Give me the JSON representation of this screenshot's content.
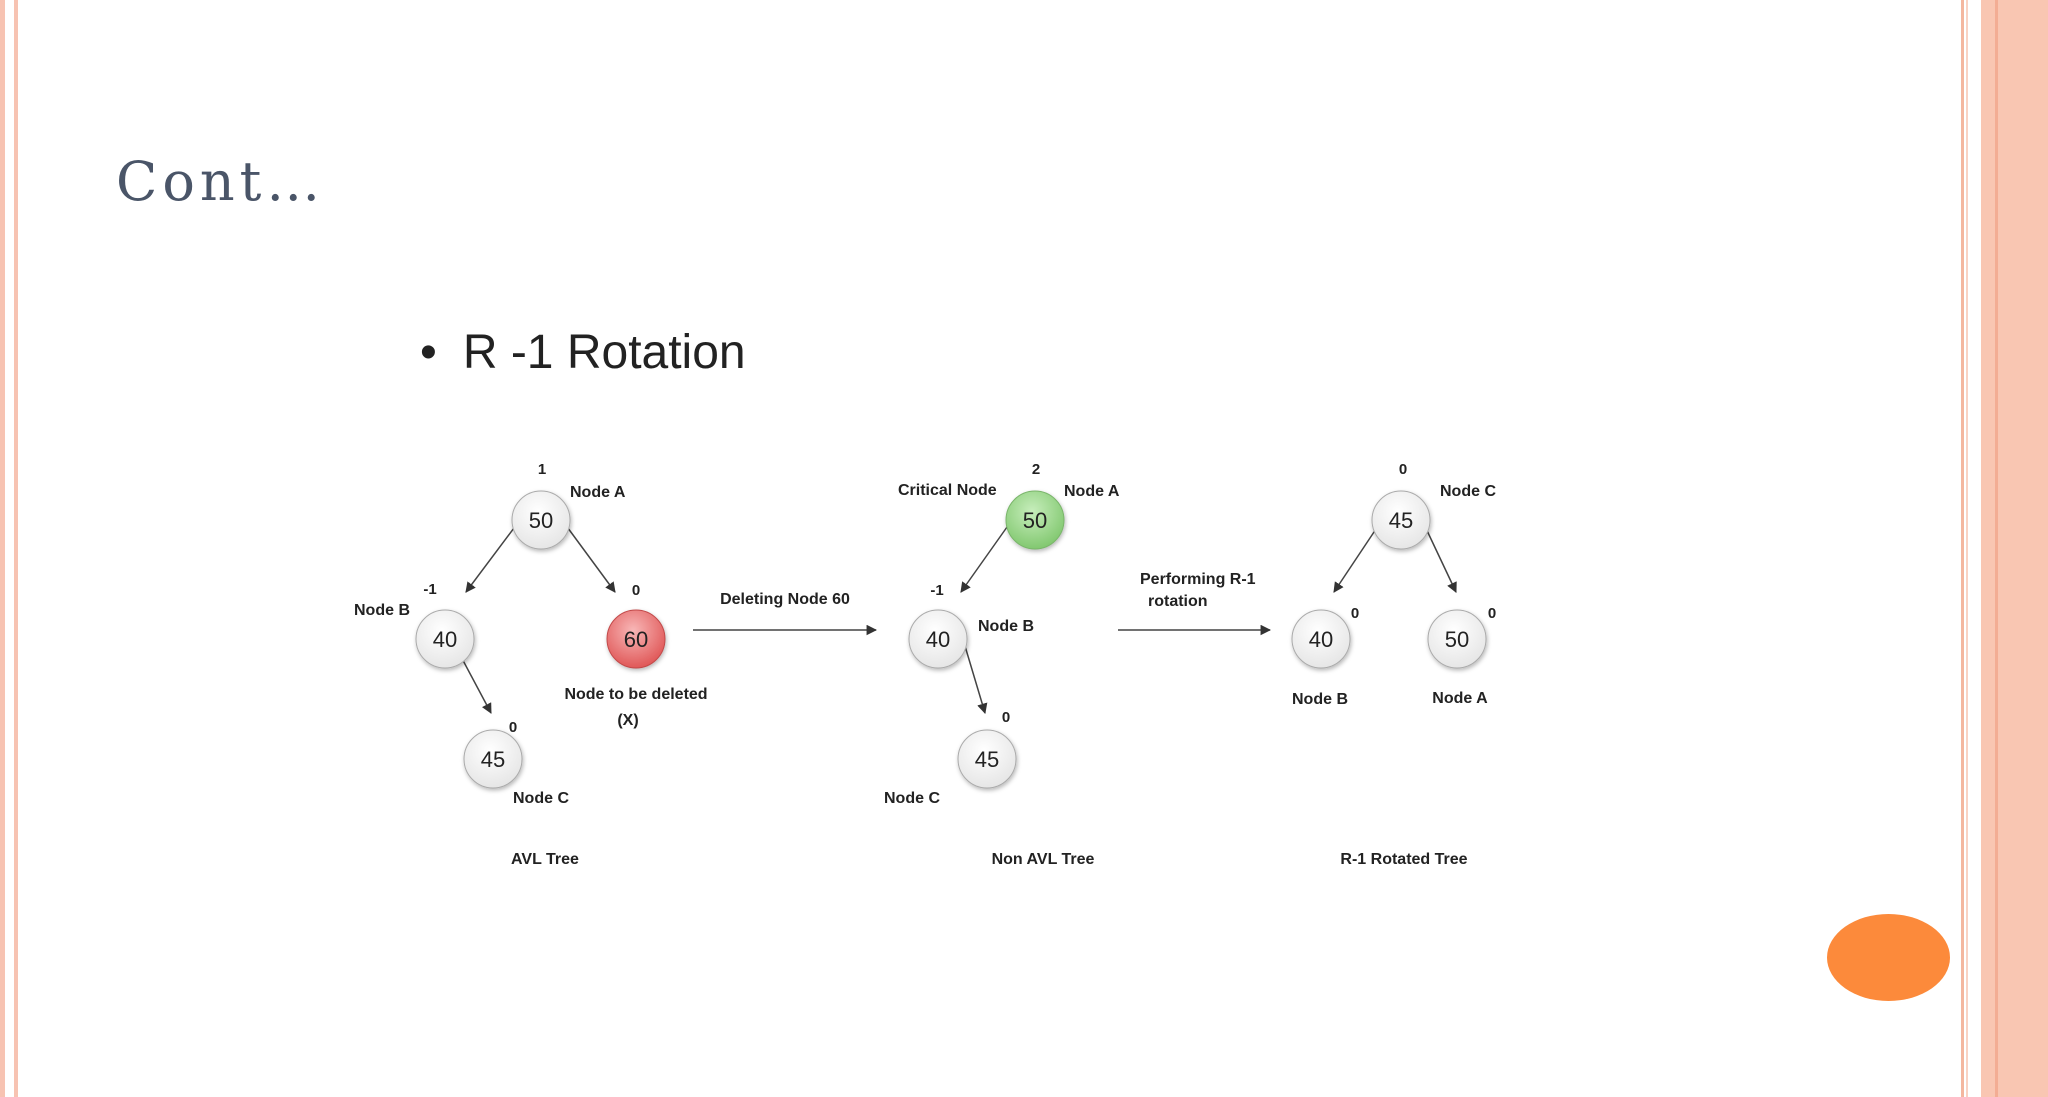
{
  "slide": {
    "title": "Cont…",
    "bullet_text": "R -1 Rotation",
    "bullet_glyph": "•",
    "colors": {
      "accent_orange": "#fc8a3b",
      "border_peach": "#f7c3b2",
      "deleted_node": "#e86a6a",
      "critical_node": "#8fd07f"
    }
  },
  "diagram": {
    "trees": [
      {
        "caption": "AVL Tree",
        "nodes": [
          {
            "id": "a1",
            "value": "50",
            "balance": "1",
            "tag": "Node A",
            "state": "normal"
          },
          {
            "id": "b1",
            "value": "40",
            "balance": "-1",
            "tag": "Node B",
            "state": "normal"
          },
          {
            "id": "x1",
            "value": "60",
            "balance": "0",
            "tag": "Node to be deleted",
            "tag2": "(X)",
            "state": "deleted"
          },
          {
            "id": "c1",
            "value": "45",
            "balance": "0",
            "tag": "Node C",
            "state": "normal"
          }
        ]
      },
      {
        "caption": "Non AVL Tree",
        "nodes": [
          {
            "id": "a2",
            "value": "50",
            "balance": "2",
            "tag": "Node A",
            "tag_left": "Critical Node",
            "state": "critical"
          },
          {
            "id": "b2",
            "value": "40",
            "balance": "-1",
            "tag": "Node B",
            "state": "normal"
          },
          {
            "id": "c2",
            "value": "45",
            "balance": "0",
            "tag": "Node C",
            "state": "normal"
          }
        ]
      },
      {
        "caption": "R-1 Rotated Tree",
        "nodes": [
          {
            "id": "c3",
            "value": "45",
            "balance": "0",
            "tag": "Node C",
            "state": "normal"
          },
          {
            "id": "b3",
            "value": "40",
            "balance": "0",
            "tag": "Node B",
            "state": "normal"
          },
          {
            "id": "a3",
            "value": "50",
            "balance": "0",
            "tag": "Node A",
            "state": "normal"
          }
        ]
      }
    ],
    "transitions": [
      {
        "label": "Deleting Node 60"
      },
      {
        "label_line1": "Performing R-1",
        "label_line2": "rotation"
      }
    ]
  }
}
